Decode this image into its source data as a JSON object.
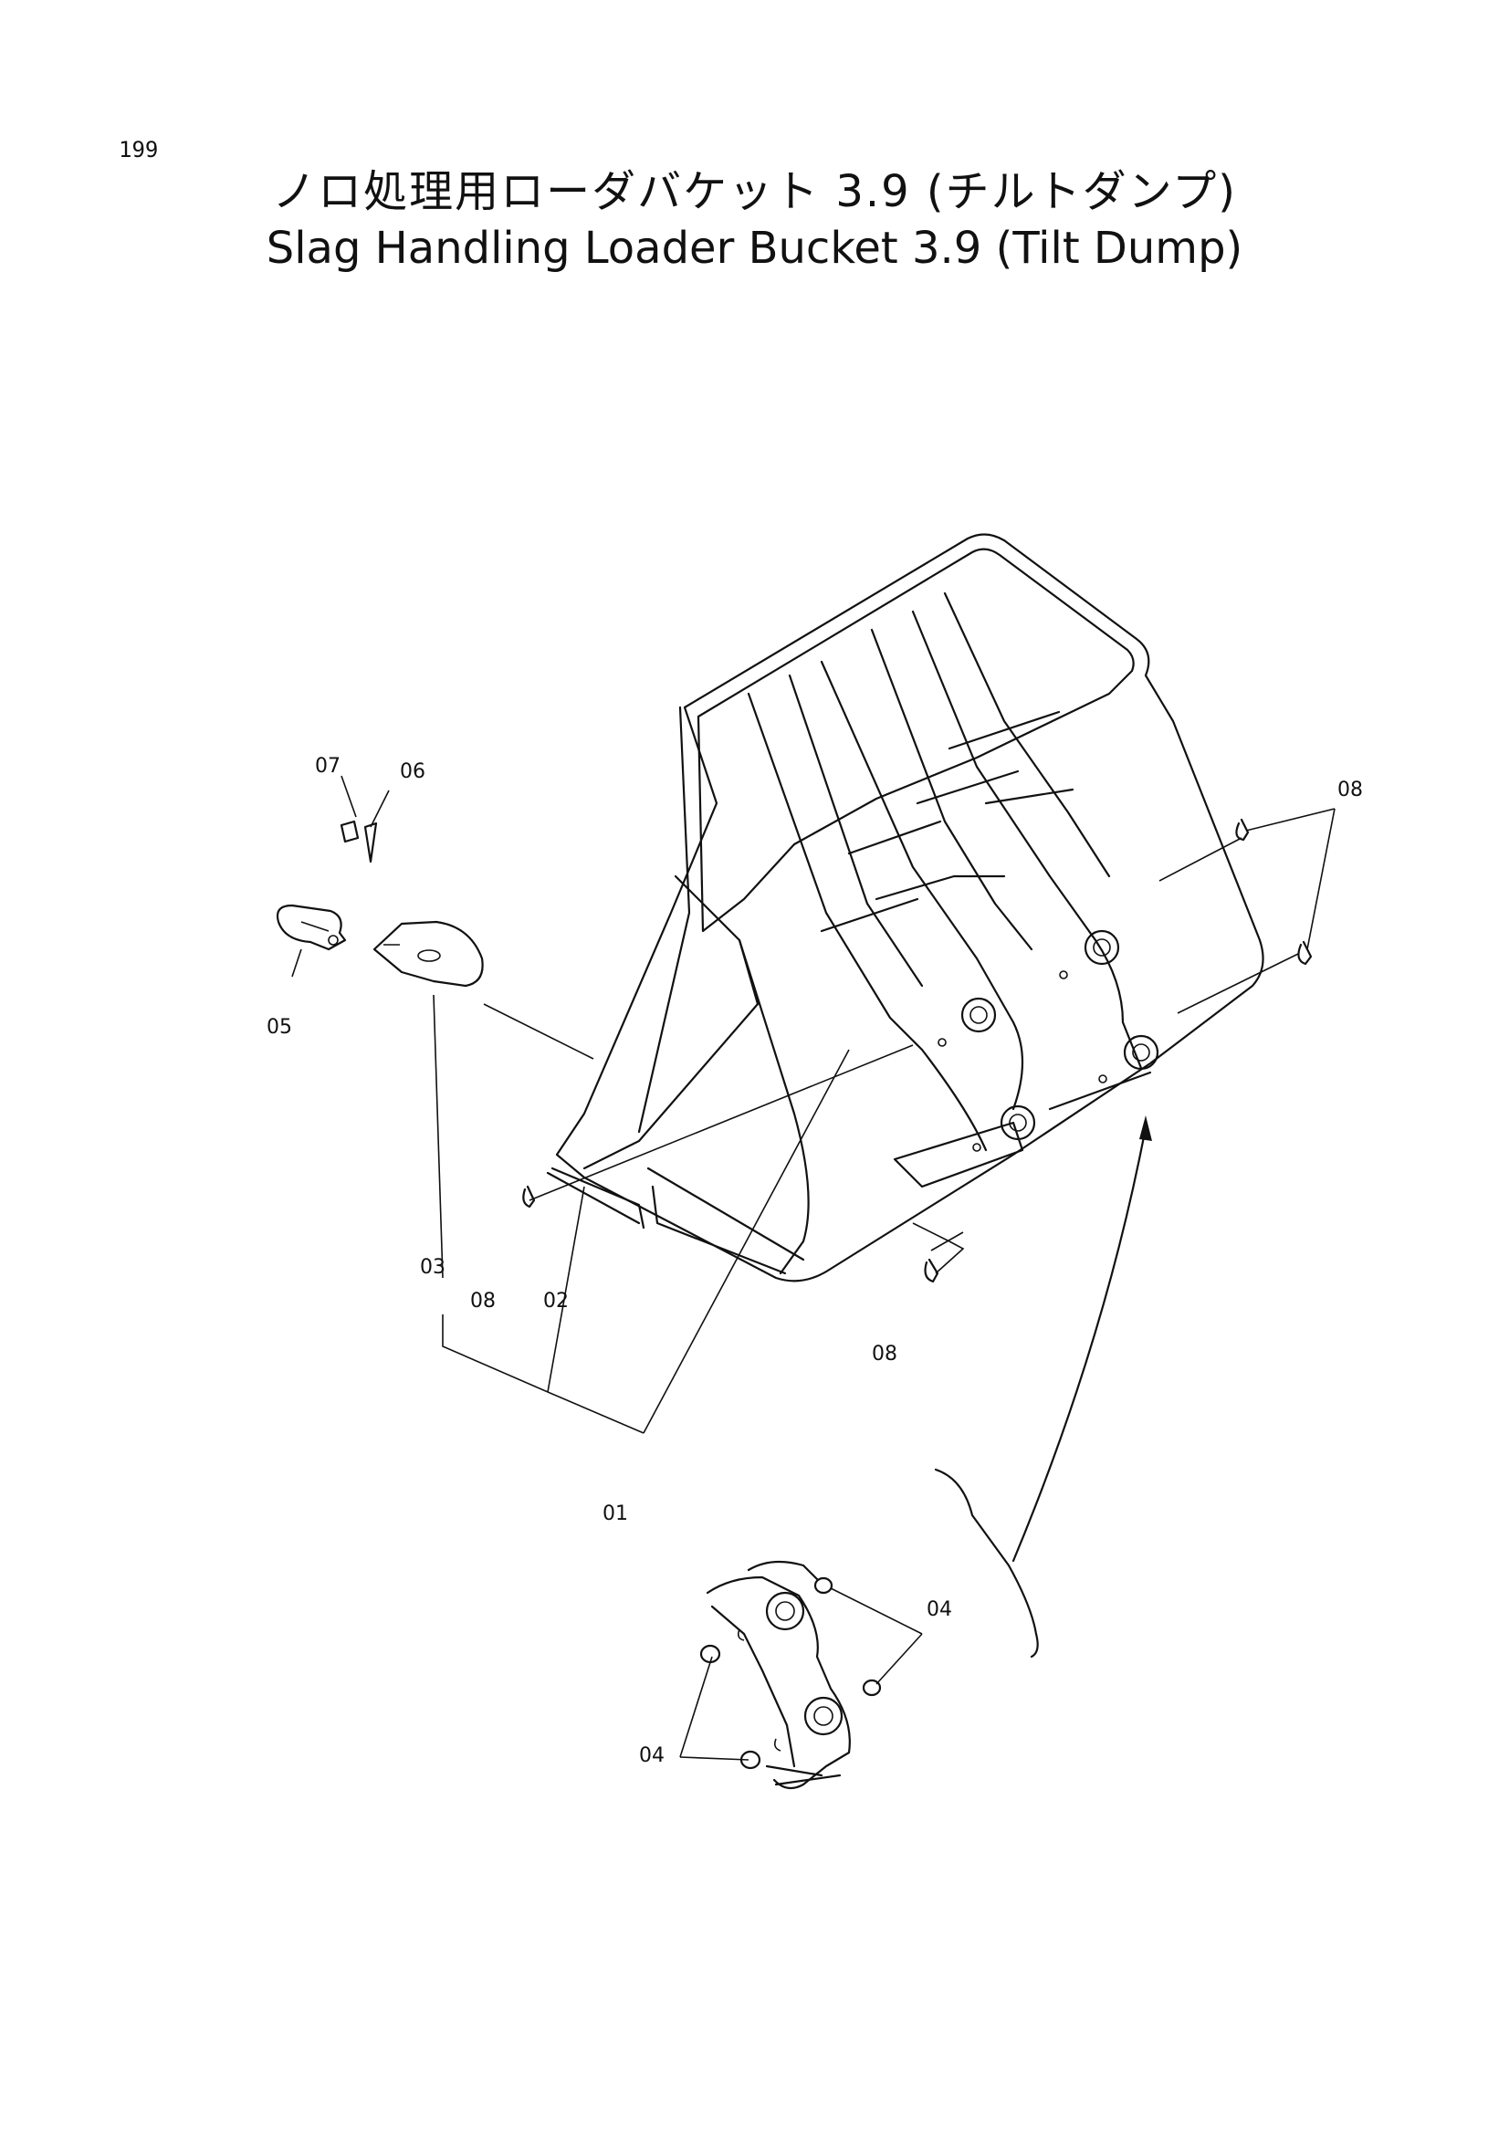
{
  "page": {
    "number": "199"
  },
  "title": {
    "japanese": "ノロ処理用ローダバケット 3.9 (チルトダンプ)",
    "english": "Slag Handling Loader Bucket 3.9 (Tilt Dump)"
  },
  "callouts": {
    "c01": "01",
    "c02": "02",
    "c03": "03",
    "c04a": "04",
    "c04b": "04",
    "c05": "05",
    "c06": "06",
    "c07": "07",
    "c08a": "08",
    "c08b": "08",
    "c08c": "08"
  }
}
